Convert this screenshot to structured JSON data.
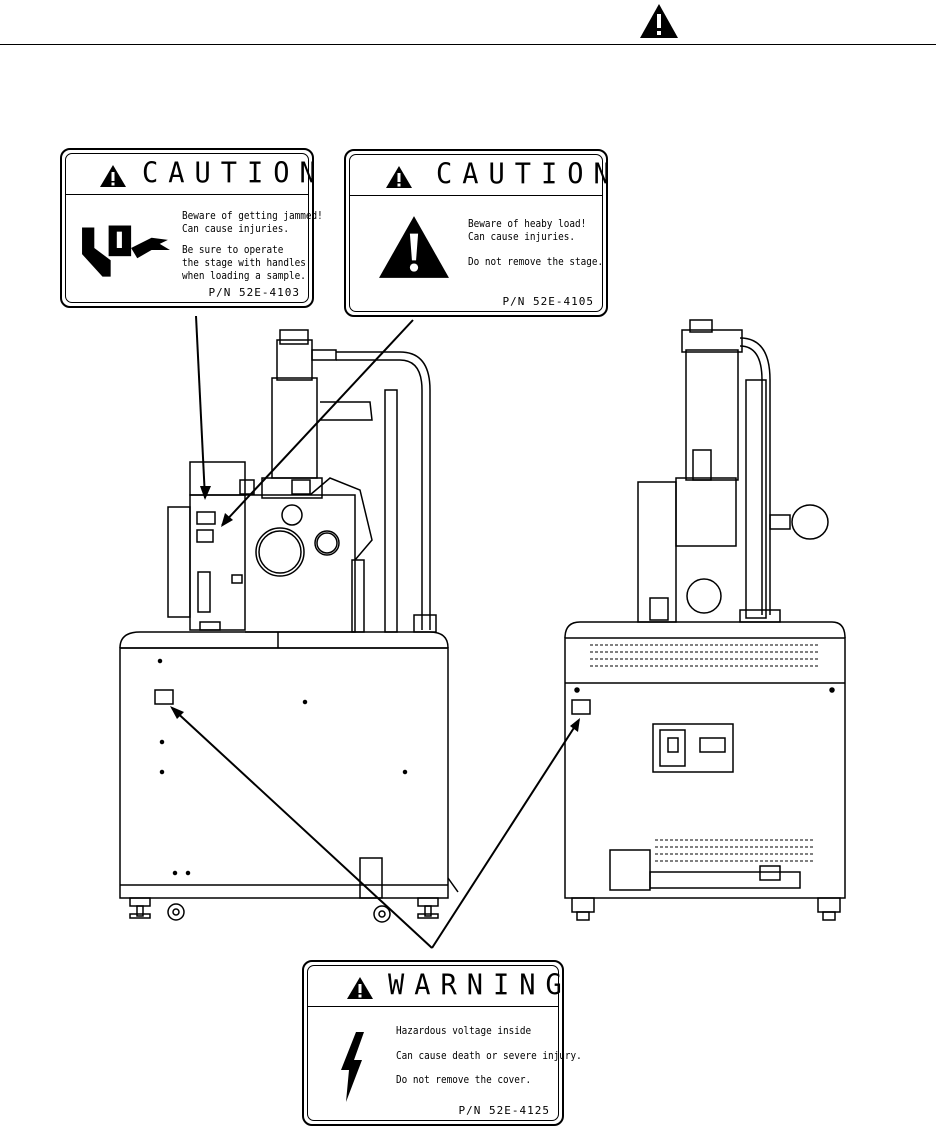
{
  "labels": {
    "caution_jam": {
      "title": "CAUTION",
      "lines": [
        "Beware of getting jammed!",
        "Can cause injuries.",
        "Be sure to operate",
        "the stage with handles",
        "when loading a sample."
      ],
      "part_number": "P/N 52E-4103"
    },
    "caution_load": {
      "title": "CAUTION",
      "lines": [
        "Beware of heaby load!",
        "Can cause injuries.",
        "Do not remove the stage."
      ],
      "part_number": "P/N 52E-4105"
    },
    "warning_voltage": {
      "title": "WARNING",
      "lines": [
        "Hazardous voltage inside",
        "Can cause death or severe injury.",
        "Do not remove the cover."
      ],
      "part_number": "P/N 52E-4125"
    }
  },
  "icons": [
    "warning-triangle-icon",
    "hand-pinch-icon",
    "heavy-load-triangle-icon",
    "lightning-bolt-icon"
  ],
  "colors": {
    "ink": "#000000",
    "paper": "#ffffff"
  }
}
